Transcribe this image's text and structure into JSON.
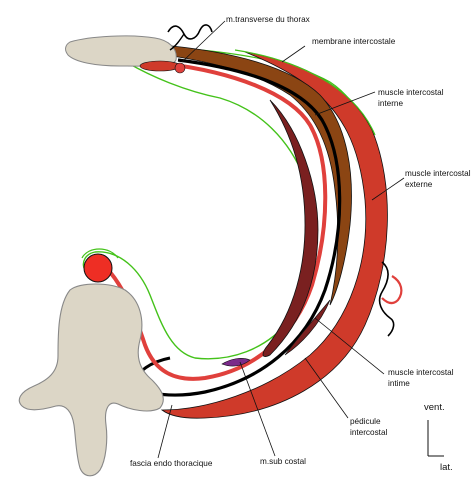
{
  "labels": {
    "transverse_thorax": "m.transverse du thorax",
    "membrane_intercostale": "membrane intercostale",
    "muscle_interne_1": "muscle intercostal",
    "muscle_interne_2": "interne",
    "muscle_externe_1": "muscle intercostal",
    "muscle_externe_2": "externe",
    "muscle_intime_1": "muscle intercostal",
    "muscle_intime_2": "intime",
    "pedicule_1": "pédicule",
    "pedicule_2": "intercostal",
    "sub_costal": "m.sub costal",
    "fascia": "fascia endo thoracique"
  },
  "orientation": {
    "ventral": "vent.",
    "lateral": "lat."
  },
  "colors": {
    "external_muscle": "#cf3a2a",
    "internal_muscle": "#8b4513",
    "innermost_muscle": "#7a2020",
    "vessel_red": "#e0403c",
    "nerve_black": "#000000",
    "fascia_green": "#44c21a",
    "bone": "#dcd6c6",
    "sub_costal": "#7a2a8a"
  }
}
